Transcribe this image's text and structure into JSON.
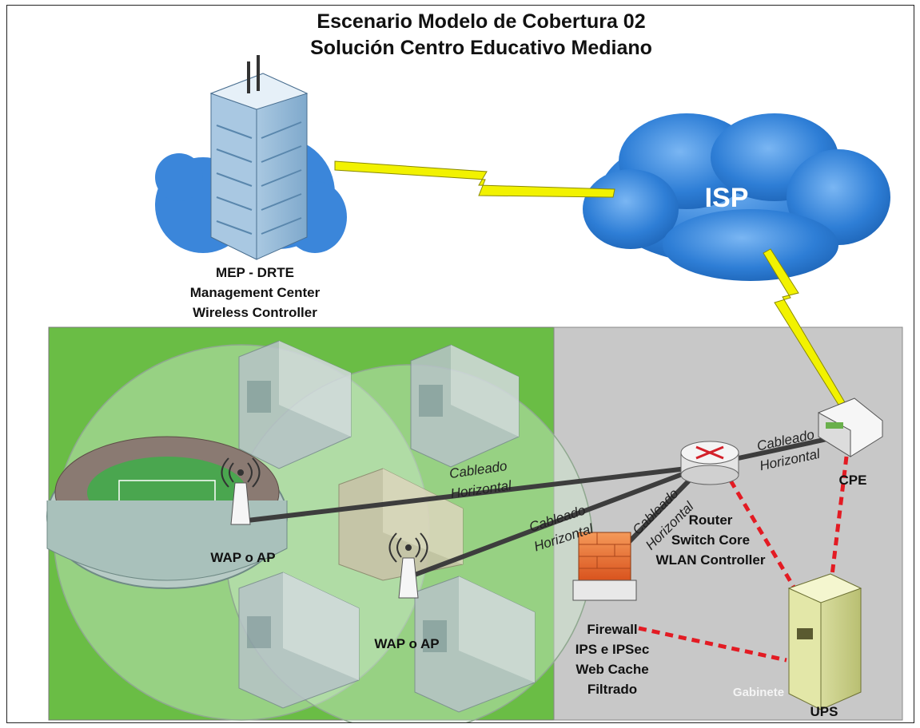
{
  "diagram": {
    "title_line1": "Escenario Modelo de Cobertura 02",
    "title_line2": "Solución Centro Educativo Mediano",
    "isp_label": "ISP",
    "mep_label": [
      "MEP - DRTE",
      "Management Center",
      "Wireless Controller"
    ],
    "cpe_label": "CPE",
    "router_label": [
      "Router",
      "Switch Core",
      "WLAN Controller"
    ],
    "firewall_label": [
      "Firewall",
      "IPS e IPSec",
      "Web Cache",
      "Filtrado"
    ],
    "ups_label": "UPS",
    "gabinete_label": "Gabinete",
    "wap1_label": "WAP o AP",
    "wap2_label": "WAP o AP",
    "cable_labels": {
      "router_cpe": [
        "Cableado",
        "Horizontal"
      ],
      "router_wap1": [
        "Cableado",
        "Horizontal"
      ],
      "router_wap2": [
        "Cableado",
        "Horizontal"
      ],
      "router_firewall": [
        "Cableado",
        "Horizontal"
      ]
    },
    "colors": {
      "green_zone": "#6abd45",
      "gray_zone": "#c8c8c8",
      "cloud": "#2f7fd6",
      "lightning": "#f2f200",
      "power_link": "#e31b23"
    }
  }
}
